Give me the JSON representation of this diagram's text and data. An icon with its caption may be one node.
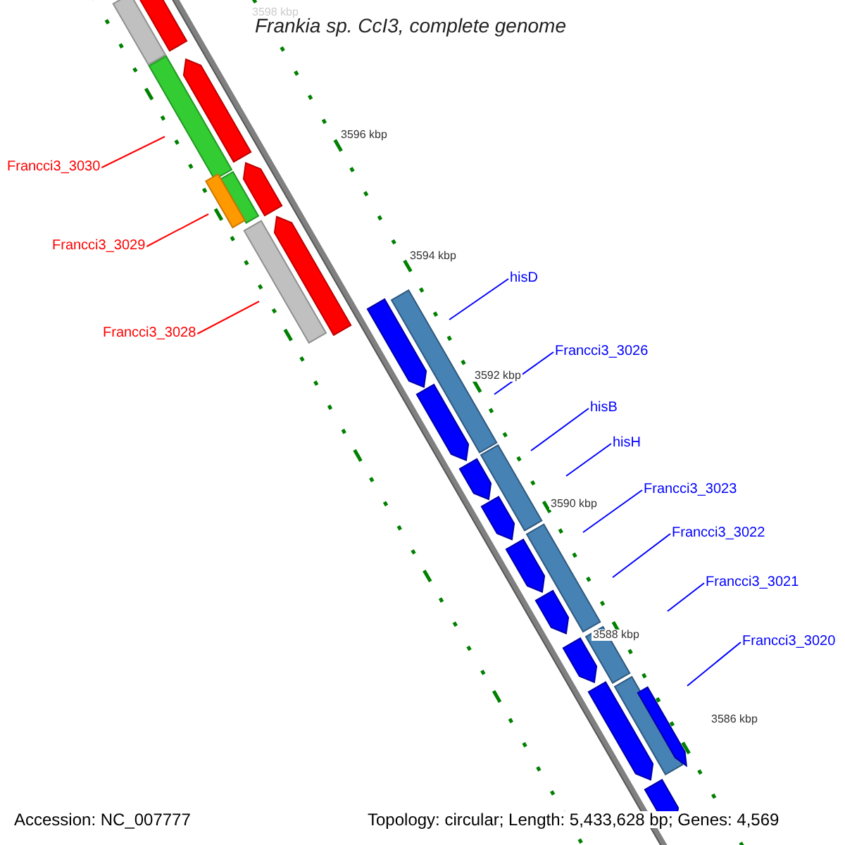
{
  "diagram": {
    "title": "Frankia sp. CcI3, complete genome",
    "nodes": [
      {
        "text": [
          "Francci3_3030"
        ]
      },
      {
        "text": [
          "Francci3_3029"
        ]
      },
      {
        "text": [
          "Francci3_3028"
        ]
      },
      {
        "text": [
          "hisD"
        ]
      },
      {
        "text": [
          "Francci3_3026"
        ]
      },
      {
        "text": [
          "hisB"
        ]
      },
      {
        "text": [
          "hisH"
        ]
      },
      {
        "text": [
          "Francci3_3023"
        ]
      },
      {
        "text": [
          "Francci3_3022"
        ]
      },
      {
        "text": [
          "Francci3_3021"
        ]
      },
      {
        "text": [
          "Francci3_3020"
        ]
      }
    ],
    "edges": [
      {
        "from": 0,
        "to": null,
        "arrow": "none",
        "color": "#ff0000"
      },
      {
        "from": 1,
        "to": null,
        "arrow": "none",
        "color": "#ff0000"
      },
      {
        "from": 2,
        "to": null,
        "arrow": "none",
        "color": "#ff0000"
      },
      {
        "from": 3,
        "to": null,
        "arrow": "none"
      },
      {
        "from": 4,
        "to": null,
        "arrow": "none"
      },
      {
        "from": 5,
        "to": null,
        "arrow": "none"
      },
      {
        "from": 6,
        "to": null,
        "arrow": "none"
      },
      {
        "from": 7,
        "to": null,
        "arrow": "none"
      },
      {
        "from": 8,
        "to": null,
        "arrow": "none"
      },
      {
        "from": 9,
        "to": null,
        "arrow": "none"
      },
      {
        "from": 10,
        "to": null,
        "arrow": "none"
      }
    ],
    "labels": [
      "3598 kbp",
      "3596 kbp",
      "3594 kbp",
      "3592 kbp",
      "3590 kbp",
      "3588 kbp",
      "3586 kbp",
      "Accession: NC_007777",
      "Topology: circular; Length: 5,433,628 bp; Genes: 4,569"
    ]
  }
}
